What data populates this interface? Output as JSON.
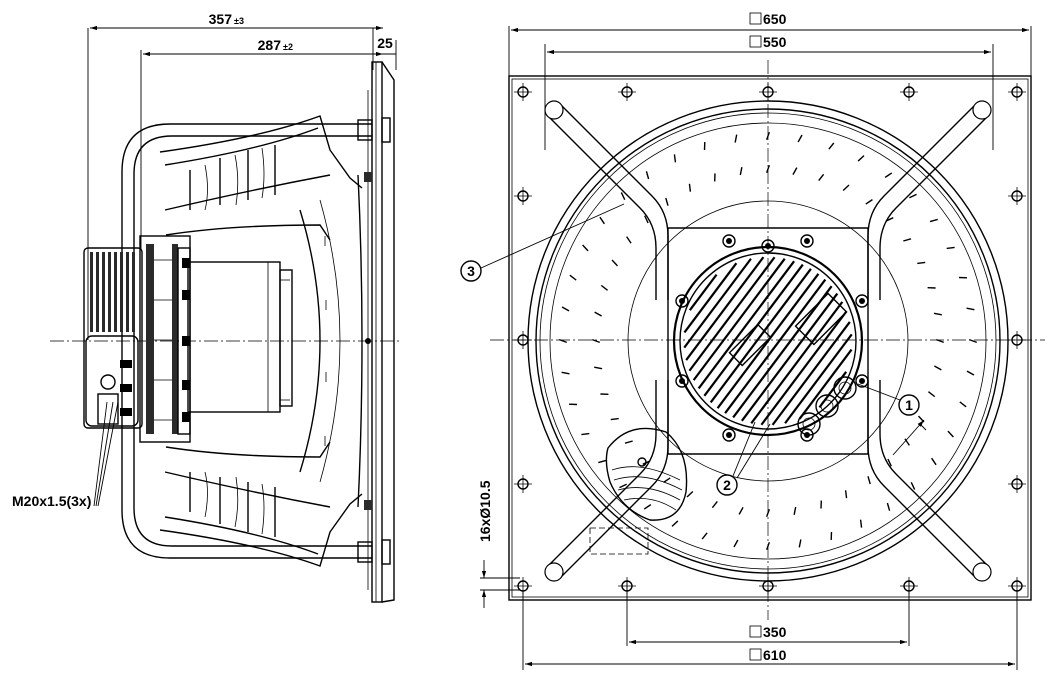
{
  "side_view": {
    "dim_overall": "357",
    "dim_overall_tol": "±3",
    "dim_depth": "287",
    "dim_depth_tol": "±2",
    "dim_plate": "25",
    "cable_gland_label": "M20x1.5(3x)"
  },
  "front_view": {
    "dim_plate_width": "650",
    "dim_top_holes": "550",
    "dim_bottom_inner": "350",
    "dim_bottom_outer": "610",
    "dim_holes": "16xØ10.5",
    "callout_1": "1",
    "callout_2": "2",
    "callout_3": "3"
  },
  "colors": {
    "line": "#000000",
    "background": "#ffffff"
  }
}
